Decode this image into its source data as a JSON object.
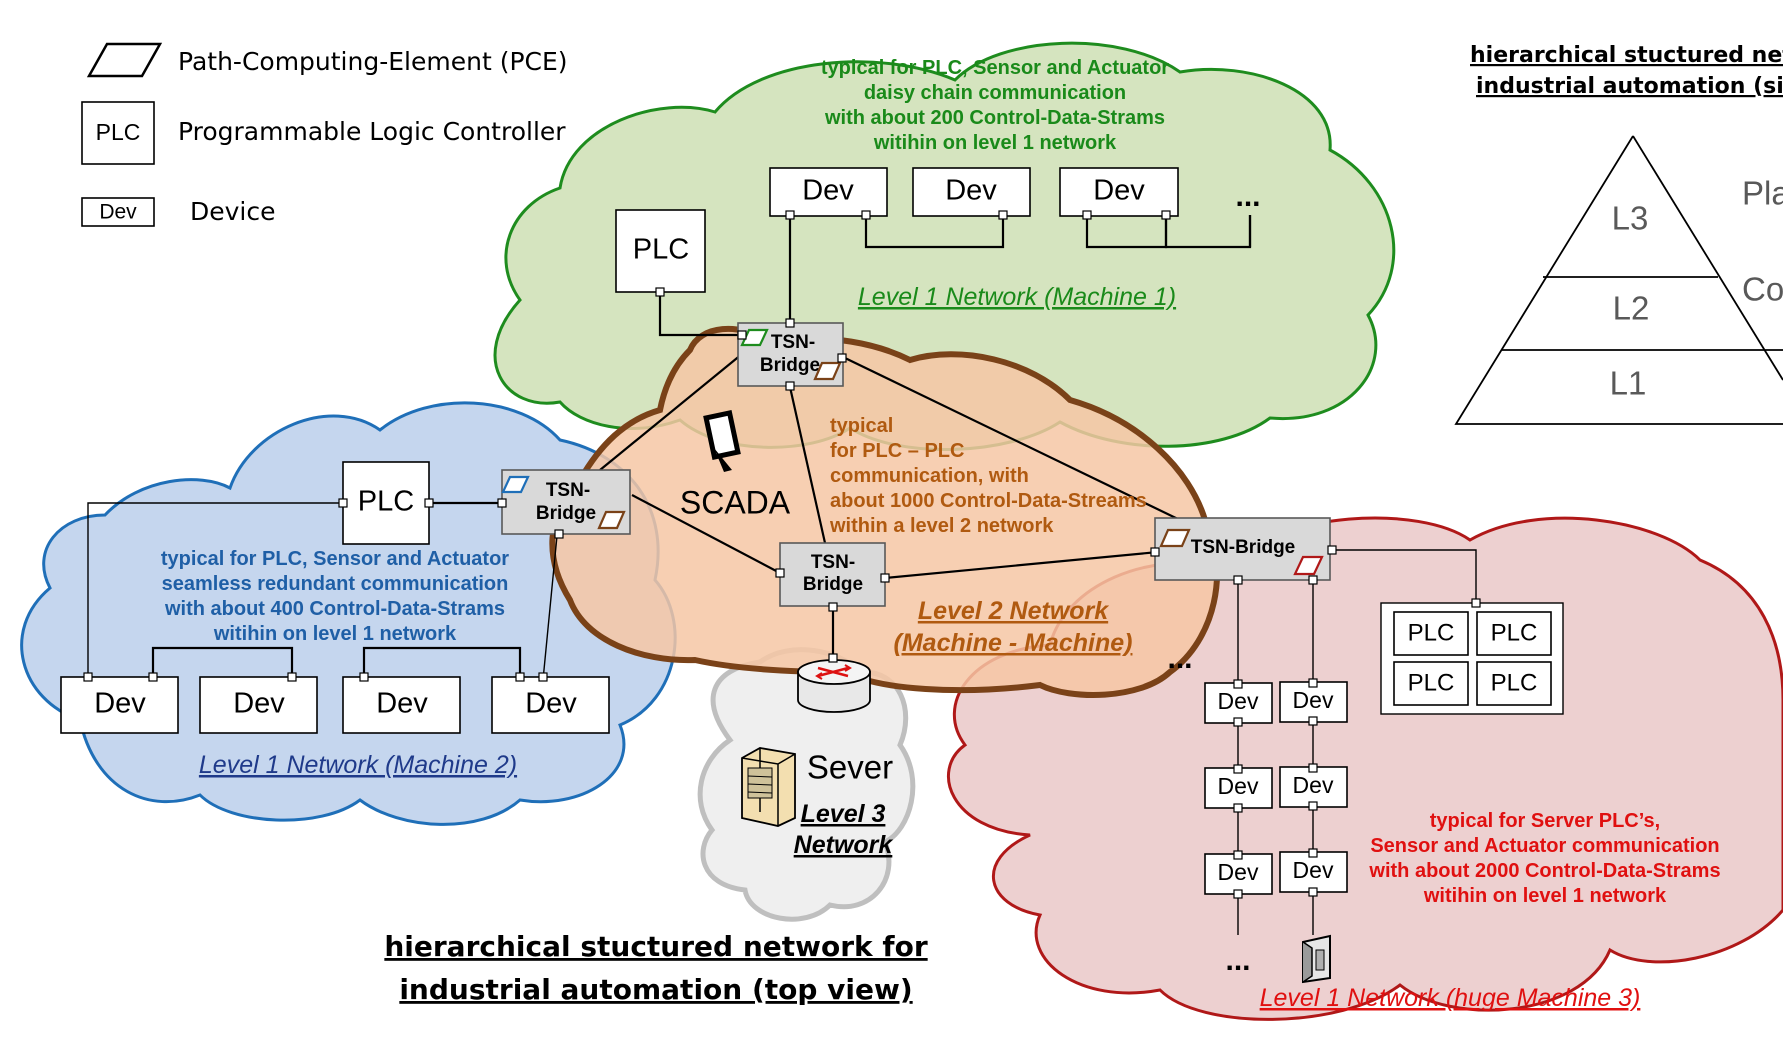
{
  "legend": {
    "pce": "Path-Computing-Element (PCE)",
    "plc_symbol": "PLC",
    "plc": "Programmable Logic Controller",
    "dev_symbol": "Dev",
    "dev": "Device"
  },
  "labels": {
    "dev": "Dev",
    "plc": "PLC",
    "bridge_l1": "TSN-",
    "bridge_l2": "Bridge",
    "bridge_one": "TSN-Bridge",
    "ellipsis": "...",
    "scada": "SCADA",
    "sever": "Sever"
  },
  "machine1": {
    "note": [
      "typical for PLC, Sensor and Actuator",
      "daisy chain communication",
      "with about 200 Control-Data-Strams",
      "witihin on level 1 network"
    ],
    "name": "Level 1 Network (Machine 1)"
  },
  "machine2": {
    "note": [
      "typical for PLC, Sensor and Actuator",
      "seamless redundant communication",
      "with about 400 Control-Data-Strams",
      "witihin on level 1 network"
    ],
    "name": "Level 1 Network (Machine 2)"
  },
  "level2": {
    "note": [
      "typical",
      "for PLC – PLC",
      "communication, with",
      "about 1000 Control-Data-Streams",
      "within a level 2 network"
    ],
    "name": [
      "Level 2 Network",
      "(Machine - Machine)"
    ]
  },
  "level3": {
    "name": [
      "Level 3",
      "Network"
    ]
  },
  "machine3": {
    "note": [
      "typical for Server PLC’s,",
      "Sensor and Actuator communication",
      "with about 2000 Control-Data-Strams",
      "witihin on level 1 network"
    ],
    "name": "Level 1 Network (huge Machine 3)"
  },
  "title_top": [
    "hierarchical stuctured network for",
    "industrial automation (top view)"
  ],
  "title_side": [
    "hierarchical stuctured netwo",
    "industrial automation (side"
  ],
  "pyramid": {
    "levels": [
      "L3",
      "L2",
      "L1"
    ],
    "side_labels": [
      "Pla",
      "Co"
    ]
  },
  "colors": {
    "green_fill": "#d5e4bf",
    "green_stroke": "#1e8c1e",
    "green_text": "#1a8a1a",
    "blue_fill": "#c5d6ee",
    "blue_stroke": "#1f6fb8",
    "blue_text": "#1f5fa6",
    "blue_name": "#1f3a8a",
    "orange_fill": "#f6c7a4",
    "orange_stroke": "#7a4218",
    "orange_text": "#b05a10",
    "red_fill": "#edd0d0",
    "red_stroke": "#b01818",
    "red_text": "#e01010",
    "grey_fill": "#efefef",
    "grey_stroke": "#bfbfbf"
  }
}
